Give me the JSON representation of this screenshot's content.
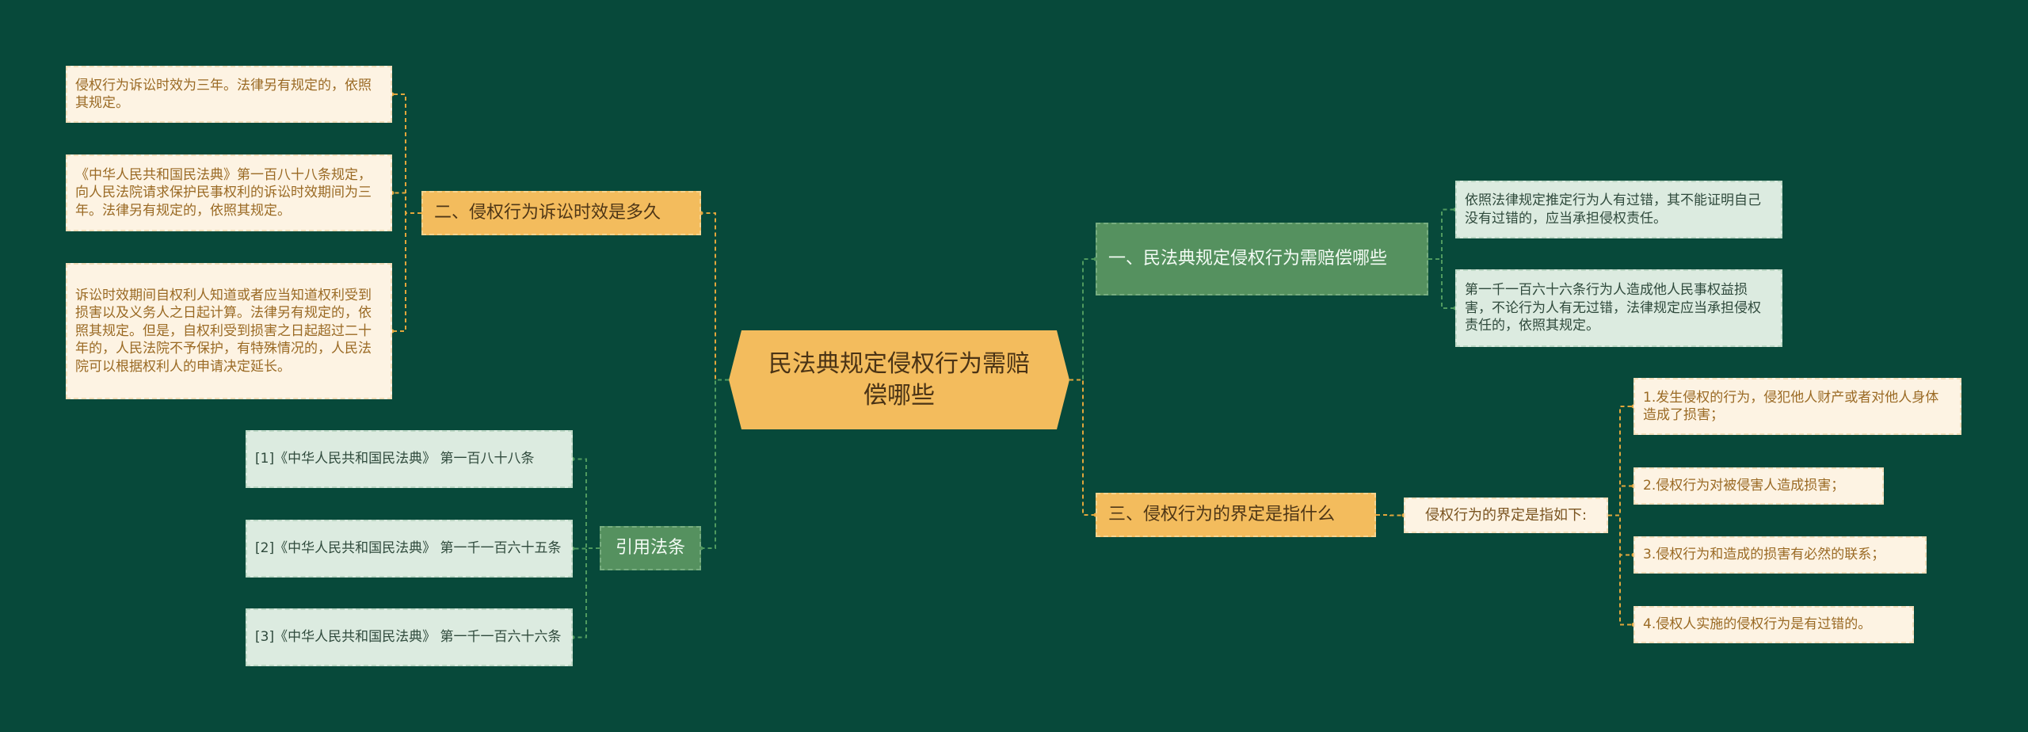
{
  "colors": {
    "background": "#07493a",
    "root": "#f3bc5d",
    "orange_branch": "#f3bc5d",
    "green_branch": "#55915f",
    "cream_leaf": "#fdf3e3",
    "green_leaf": "#dcebe0",
    "orange_link": "#e2a63c",
    "green_link": "#4f9a5f"
  },
  "root": {
    "label": "民法典规定侵权行为需赔偿哪些"
  },
  "left": {
    "statute": {
      "label": "二、侵权行为诉讼时效是多久",
      "items": [
        "侵权行为诉讼时效为三年。法律另有规定的，依照其规定。",
        "《中华人民共和国民法典》第一百八十八条规定，向人民法院请求保护民事权利的诉讼时效期间为三年。法律另有规定的，依照其规定。",
        "诉讼时效期间自权利人知道或者应当知道权利受到损害以及义务人之日起计算。法律另有规定的，依照其规定。但是，自权利受到损害之日起超过二十年的，人民法院不予保护，有特殊情况的，人民法院可以根据权利人的申请决定延长。"
      ]
    },
    "citations": {
      "label": "引用法条",
      "items": [
        "[1]《中华人民共和国民法典》 第一百八十八条",
        "[2]《中华人民共和国民法典》 第一千一百六十五条",
        "[3]《中华人民共和国民法典》 第一千一百六十六条"
      ]
    }
  },
  "right": {
    "compensation": {
      "label": "一、民法典规定侵权行为需赔偿哪些",
      "items": [
        "依照法律规定推定行为人有过错，其不能证明自己没有过错的，应当承担侵权责任。",
        "第一千一百六十六条行为人造成他人民事权益损害，不论行为人有无过错，法律规定应当承担侵权责任的，依照其规定。"
      ]
    },
    "definition": {
      "label": "三、侵权行为的界定是指什么",
      "sub": "侵权行为的界定是指如下:",
      "items": [
        "1.发生侵权的行为，侵犯他人财产或者对他人身体造成了损害；",
        "2.侵权行为对被侵害人造成损害；",
        "3.侵权行为和造成的损害有必然的联系；",
        "4.侵权人实施的侵权行为是有过错的。"
      ]
    }
  }
}
